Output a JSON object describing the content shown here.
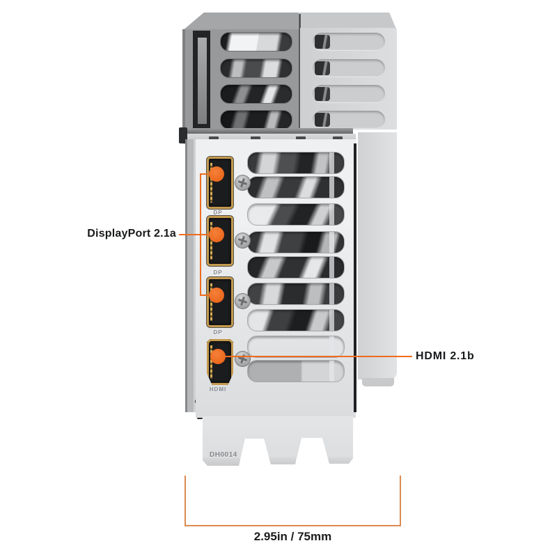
{
  "callouts": {
    "displayport": "DisplayPort 2.1a",
    "hdmi": "HDMI 2.1b"
  },
  "port_labels": {
    "dp1": "DP",
    "dp2": "DP",
    "dp3": "DP",
    "hdmi": "HDMI"
  },
  "bracket": {
    "stamp": "DH0014"
  },
  "dimension": {
    "label": "2.95in / 75mm"
  },
  "colors": {
    "callout_orange": "#EE6C1E",
    "dimension_orange": "#DC8A50",
    "label_text": "#17191B",
    "port_gold": "#C49A4E",
    "shroud_silver": "#D6D8DA",
    "bracket_silver": "#E7E9EB"
  }
}
